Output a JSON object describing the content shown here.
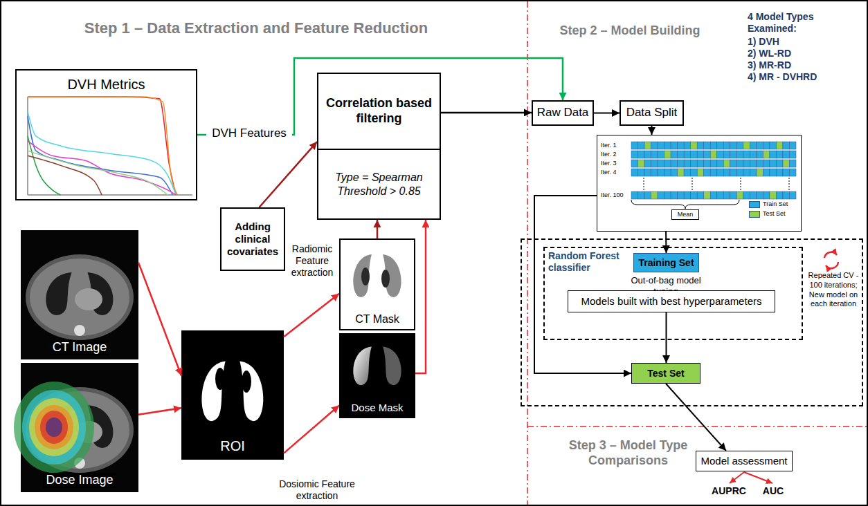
{
  "diagram": {
    "nodes": [
      {
        "text": [
          "DVH Metrics"
        ]
      },
      {
        "text": [
          "Correlation based filtering",
          "Type = Spearman Threshold > 0.85"
        ]
      },
      {
        "text": [
          "Adding clinical covariates"
        ]
      },
      {
        "text": [
          "CT Mask"
        ]
      },
      {
        "text": [
          "CT Image"
        ]
      },
      {
        "text": [
          "ROI"
        ]
      },
      {
        "text": [
          "Dose Mask"
        ]
      },
      {
        "text": [
          "Dose Image"
        ]
      },
      {
        "text": [
          "Raw Data"
        ]
      },
      {
        "text": [
          "Data Split"
        ]
      },
      {
        "text": [
          "Iter. 1",
          "Iter. 2",
          "Iter. 3",
          "Iter. 4",
          "Iter. 100"
        ]
      },
      {
        "text": [
          "Mean"
        ],
        "in": 10
      },
      {
        "text": [
          "Repeated CV - 100 iterations; New model on each iteration"
        ]
      },
      {
        "text": [
          "Random Forest classifier",
          "Out-of-bag model tuning"
        ],
        "in": 12
      },
      {
        "text": [
          "Training Set"
        ],
        "in": 13
      },
      {
        "text": [
          "Models built with best hyperparameters"
        ],
        "in": 13
      },
      {
        "text": [
          "Test Set"
        ],
        "in": 12
      },
      {
        "text": [
          "Model assessment"
        ]
      }
    ],
    "edges": [
      {
        "from": 0,
        "to": 8,
        "arrow": "to",
        "label": "DVH Features"
      },
      {
        "from": 1,
        "to": 8,
        "arrow": "to"
      },
      {
        "from": 4,
        "to": 5,
        "arrow": "to"
      },
      {
        "from": 7,
        "to": 5,
        "arrow": "to"
      },
      {
        "from": 5,
        "to": 3,
        "arrow": "to",
        "label": "Radiomic Feature extraction"
      },
      {
        "from": 5,
        "to": 6,
        "arrow": "to",
        "label": "Dosiomic Feature extraction"
      },
      {
        "from": 3,
        "to": 1,
        "arrow": "to"
      },
      {
        "from": 6,
        "to": 1,
        "arrow": "to"
      },
      {
        "from": 2,
        "to": 1,
        "arrow": "to"
      },
      {
        "from": 8,
        "to": 9,
        "arrow": "to"
      },
      {
        "from": 9,
        "to": 10,
        "arrow": "to"
      },
      {
        "from": 10,
        "to": 14,
        "arrow": "to"
      },
      {
        "from": 10,
        "to": 16,
        "arrow": "to"
      },
      {
        "from": 15,
        "to": 16,
        "arrow": "to"
      },
      {
        "from": 16,
        "to": 17,
        "arrow": "to"
      }
    ],
    "labels": [
      "Step 1 – Data Extraction and Feature Reduction",
      "Step 2 – Model Building",
      "4 Model Types Examined:",
      "1) DVH",
      "2) WL-RD",
      "3) MR-RD",
      "4) MR - DVHRD",
      "Step 3 – Model Type Comparisons",
      "AUPRC",
      "AUC"
    ],
    "legend": [
      {
        "text": "Train Set",
        "color": "#29abe2"
      },
      {
        "text": "Test Set",
        "color": "#92d050"
      }
    ]
  }
}
